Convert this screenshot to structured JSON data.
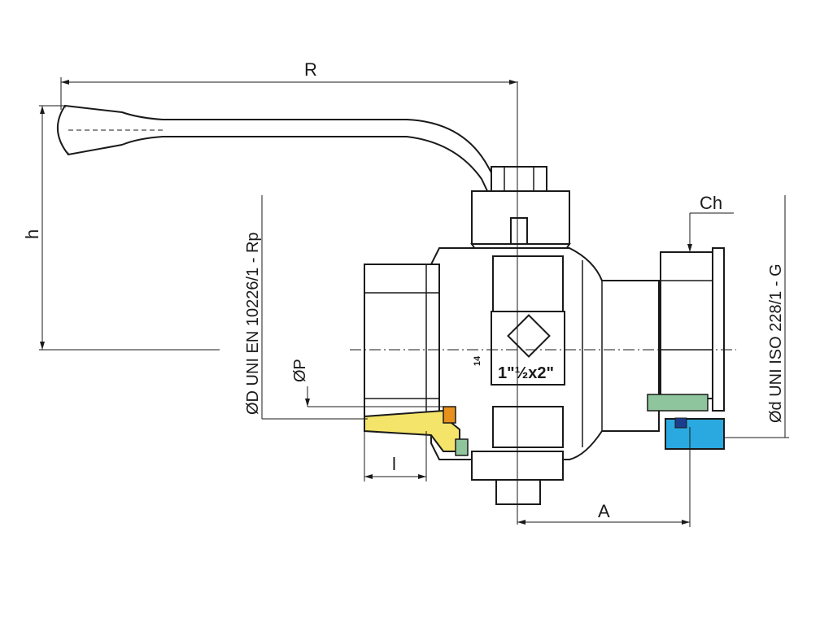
{
  "labels": {
    "R": "R",
    "h": "h",
    "D": "ØD UNI EN 10226/1 - Rp",
    "P": "ØP",
    "l": "l",
    "A": "A",
    "Ch": "Ch",
    "d": "Ød UNI ISO 228/1 - G"
  },
  "body_marking": {
    "size_text": "1\"½x2\"",
    "pressure_text": "14"
  },
  "colors": {
    "line": "#1a1a1a",
    "yellow_part": "#f5e46a",
    "orange_part": "#e8901c",
    "green_part": "#8fc59c",
    "blue_part": "#2aa9e0",
    "navy_part": "#1c3d8c"
  }
}
